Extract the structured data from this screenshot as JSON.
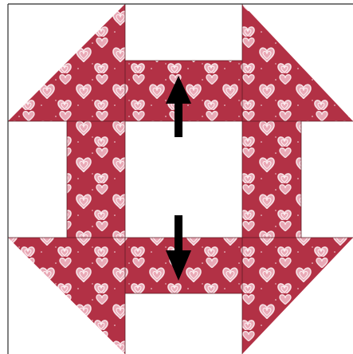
{
  "block": {
    "pattern": "churn-dash",
    "grid": "3x3"
  },
  "colors": {
    "fabric_red": "#b23145",
    "fabric_red_dark": "#9d2638",
    "heart_outline": "#f3dde1",
    "heart_fill": "#e9a9b6",
    "background": "#ffffff",
    "arrow": "#000000"
  },
  "fabric": {
    "print": "hearts-on-red"
  },
  "arrows": [
    {
      "name": "arrow-up",
      "direction": "up"
    },
    {
      "name": "arrow-down",
      "direction": "down"
    }
  ]
}
